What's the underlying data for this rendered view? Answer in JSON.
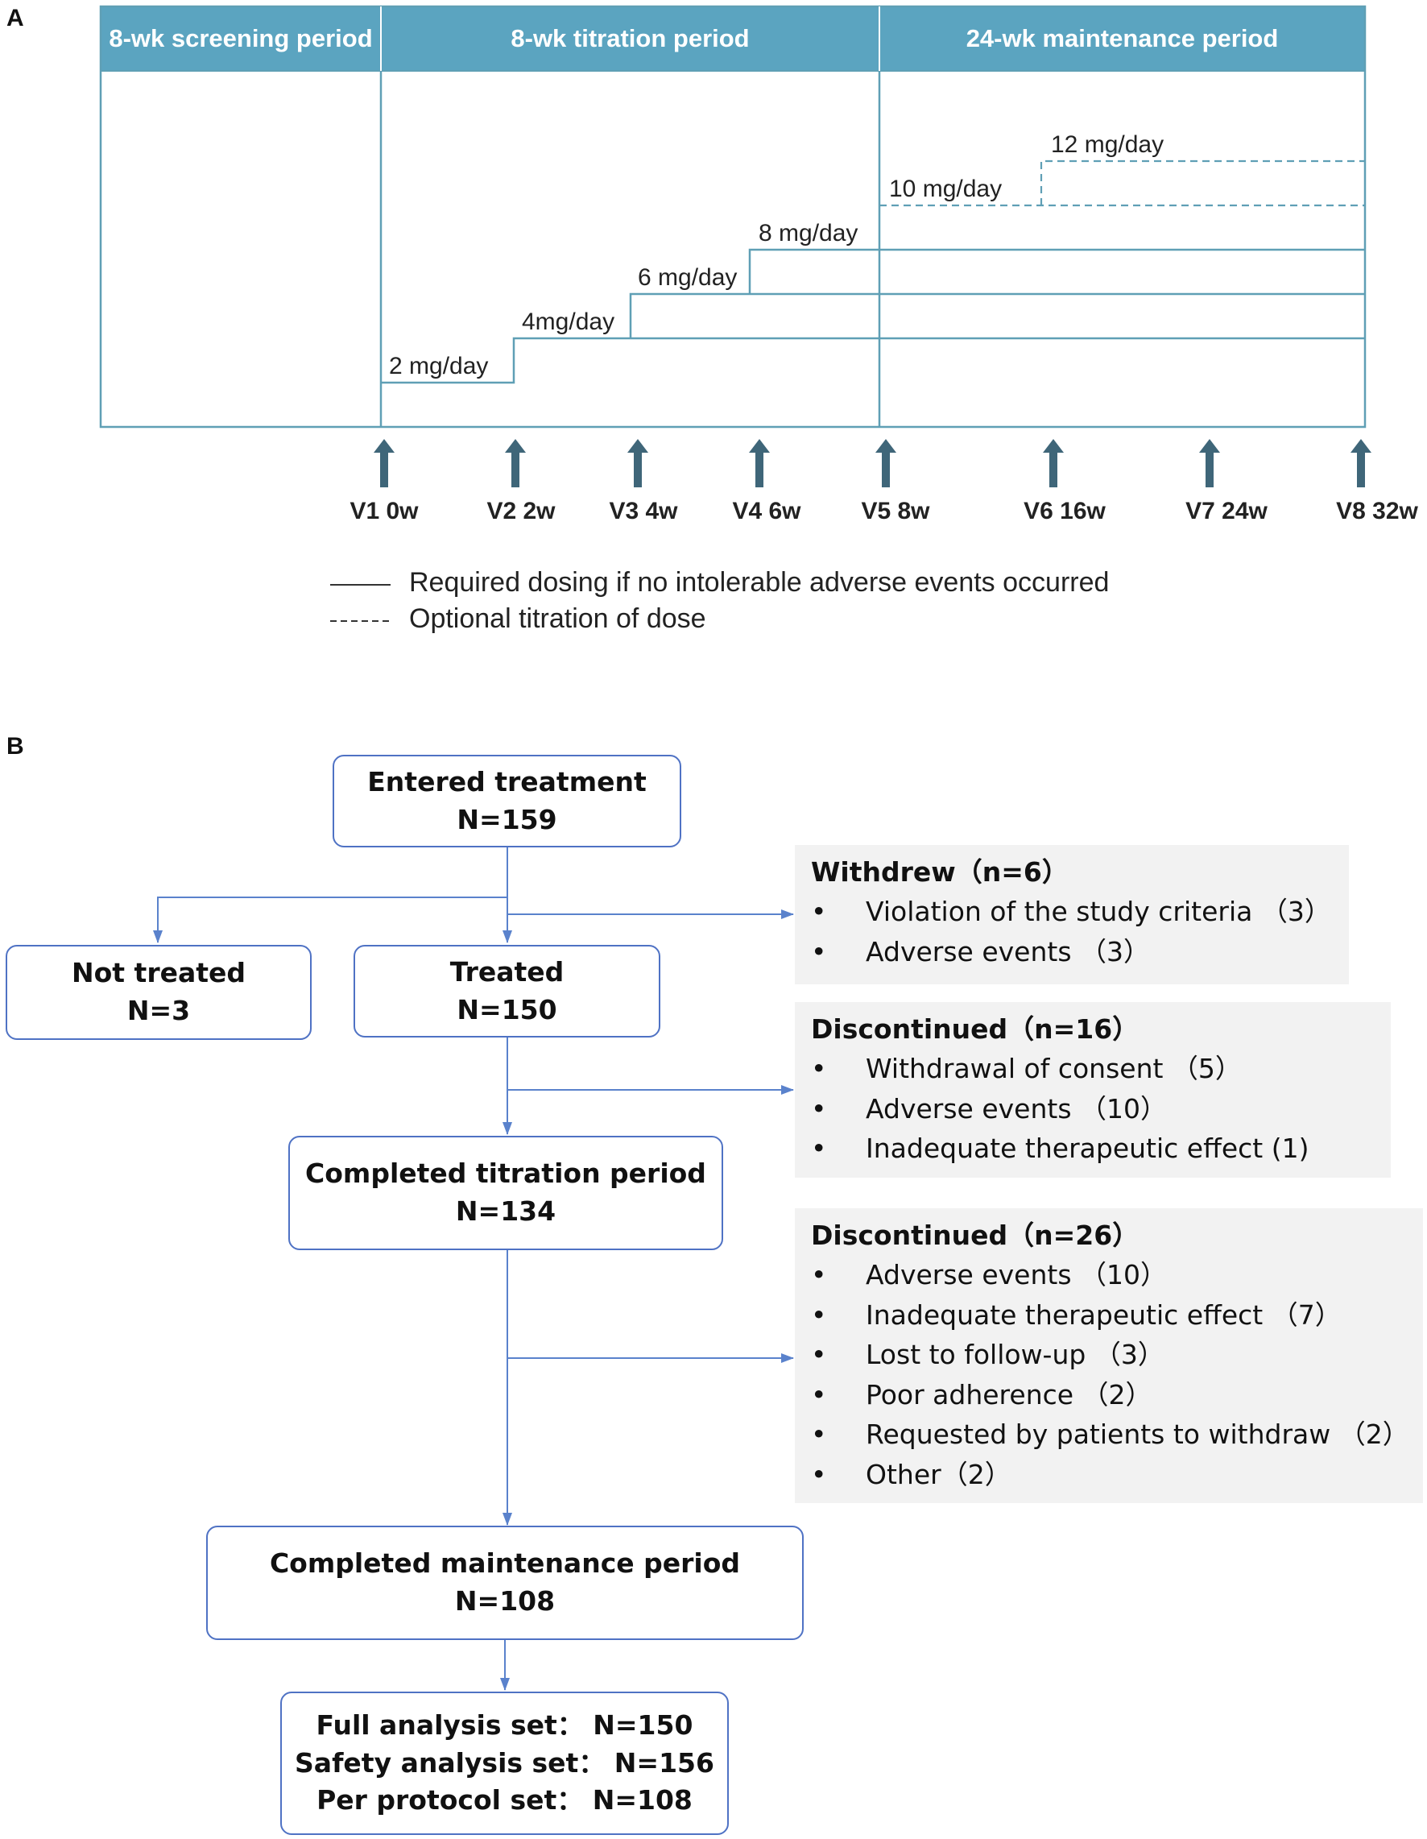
{
  "panel_a": {
    "letter": "A",
    "periods": [
      {
        "label": "8-wk screening period"
      },
      {
        "label": "8-wk titration period"
      },
      {
        "label": "24-wk maintenance period"
      }
    ],
    "doses": [
      "2 mg/day",
      "4mg/day",
      "6 mg/day",
      "8 mg/day",
      "10 mg/day",
      "12 mg/day"
    ],
    "visits": [
      "V1 0w",
      "V2 2w",
      "V3 4w",
      "V4 6w",
      "V5 8w",
      "V6 16w",
      "V7 24w",
      "V8 32w"
    ],
    "legend": {
      "solid": "Required dosing if no intolerable adverse events occurred",
      "dashed": "Optional titration of dose"
    },
    "colors": {
      "header": "#5ba4c0",
      "line": "#5f9fb5",
      "arrow": "#3f6679"
    }
  },
  "panel_b": {
    "letter": "B",
    "entered": {
      "title": "Entered treatment",
      "n": "N=159"
    },
    "not_treated": {
      "title": "Not treated",
      "n": "N=3"
    },
    "treated": {
      "title": "Treated",
      "n": "N=150"
    },
    "completed_titration": {
      "title": "Completed titration period",
      "n": "N=134"
    },
    "completed_maintenance": {
      "title": "Completed maintenance period",
      "n": "N=108"
    },
    "analysis": {
      "full": "Full analysis set： N=150",
      "safety": "Safety analysis set： N=156",
      "per_protocol": "Per protocol set： N=108"
    },
    "withdrew": {
      "title": "Withdrew（n=6）",
      "items": [
        "Violation of the study criteria （3）",
        "Adverse events （3）"
      ]
    },
    "discontinued_titration": {
      "title": "Discontinued（n=16）",
      "items": [
        "Withdrawal of consent （5）",
        "Adverse events （10）",
        "Inadequate therapeutic effect (1)"
      ]
    },
    "discontinued_maintenance": {
      "title": "Discontinued（n=26）",
      "items": [
        "Adverse events （10）",
        "Inadequate therapeutic effect （7）",
        "Lost to follow-up （3）",
        "Poor adherence （2）",
        "Requested by patients to withdraw （2）",
        "Other（2）"
      ]
    },
    "bullet": "•",
    "colors": {
      "box_border": "#4f72c4",
      "connector": "#5a82cc",
      "side_box": "#f2f2f2"
    }
  }
}
